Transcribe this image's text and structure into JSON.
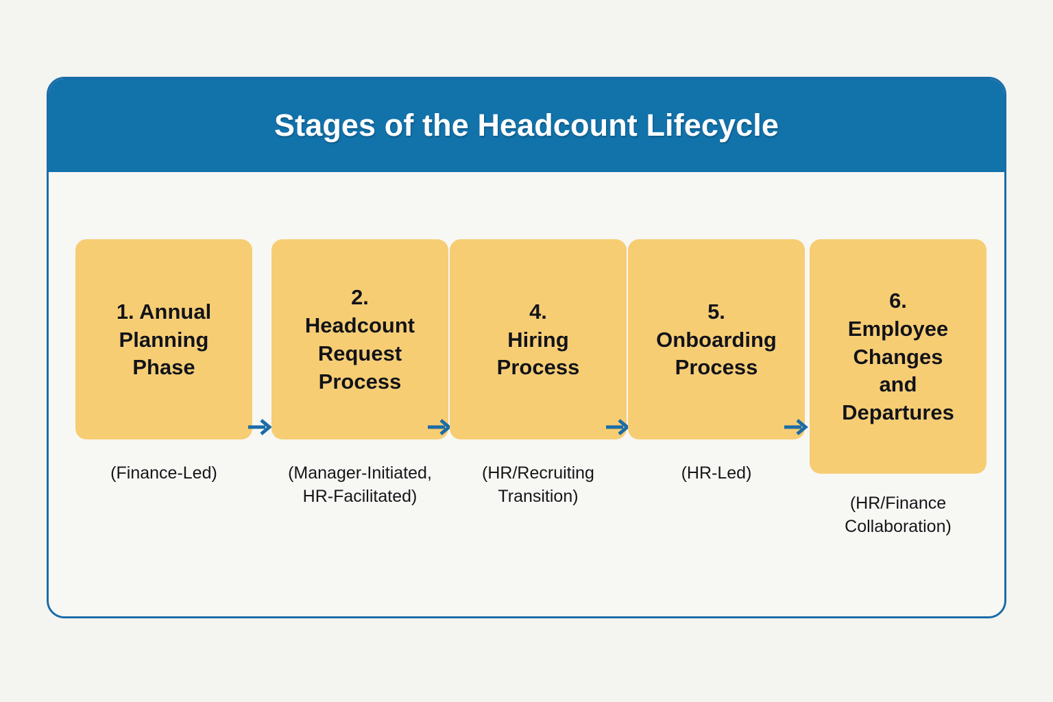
{
  "diagram": {
    "title": "Stages of the Headcount Lifecycle",
    "accent_color": "#1272aa",
    "box_color": "#f7cd73",
    "arrow_color": "#1b6ca8",
    "card_border_color": "#1b6ca8",
    "page_background": "#f4f4f0",
    "card_background": "#f7f7f4",
    "arrow_icon": "arrow-right-icon",
    "stages": [
      {
        "label": "1. Annual\nPlanning\nPhase",
        "caption": "(Finance-Led)"
      },
      {
        "label": "2.\nHeadcount\nRequest\nProcess",
        "caption": "(Manager-Initiated,\nHR-Facilitated)"
      },
      {
        "label": "4.\nHiring\nProcess",
        "caption": "(HR/Recruiting\nTransition)"
      },
      {
        "label": "5.\nOnboarding\nProcess",
        "caption": "(HR-Led)"
      },
      {
        "label": "6.\nEmployee\nChanges\nand\nDepartures",
        "caption": "(HR/Finance\nCollaboration)"
      }
    ],
    "connectors": [
      "→",
      "→",
      "→",
      "→"
    ]
  }
}
